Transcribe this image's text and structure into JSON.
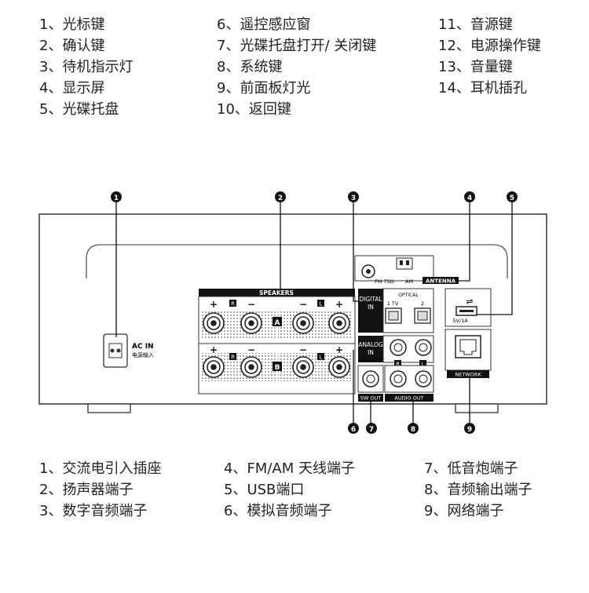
{
  "front_legend": [
    [
      "1、光标键",
      "2、确认键",
      "3、待机指示灯",
      "4、显示屏",
      "5、光碟托盘"
    ],
    [
      "6、遥控感应窗",
      "7、光碟托盘打开/ 关闭键",
      "8、系统键",
      "9、前面板灯光",
      "10、返回键"
    ],
    [
      "11、音源键",
      "12、电源操作键",
      "13、音量键",
      "14、耳机插孔"
    ]
  ],
  "rear_legend": [
    [
      "1、交流电引入插座",
      "2、扬声器端子",
      "3、数字音频端子"
    ],
    [
      "4、FM/AM  天线端子",
      "5、USB端口",
      "6、模拟音频端子"
    ],
    [
      "7、低音炮端子",
      "8、音频输出端子",
      "9、网络端子"
    ]
  ],
  "callouts": [
    "1",
    "2",
    "3",
    "4",
    "5",
    "6",
    "7",
    "8",
    "9"
  ],
  "panel": {
    "ac_in": "AC IN",
    "ac_in_cn": "电源输入",
    "speakers": "SPEAKERS",
    "channel_a": "A",
    "channel_b": "B",
    "channel_r": "R",
    "channel_l": "L",
    "digital_in_1": "DIGITAL",
    "digital_in_2": "IN",
    "optical": "OPTICAL",
    "optical_1": "1 TV",
    "optical_2": "2",
    "fm": "FM 75Ω",
    "am": "AM",
    "antenna": "ANTENNA",
    "analog_in_1": "ANALOG",
    "analog_in_2": "IN",
    "sw_out": "SW OUT",
    "audio_out": "AUDIO OUT",
    "usb_rating": "5V/1A",
    "network": "NETWORK",
    "r": "R",
    "l": "L"
  }
}
